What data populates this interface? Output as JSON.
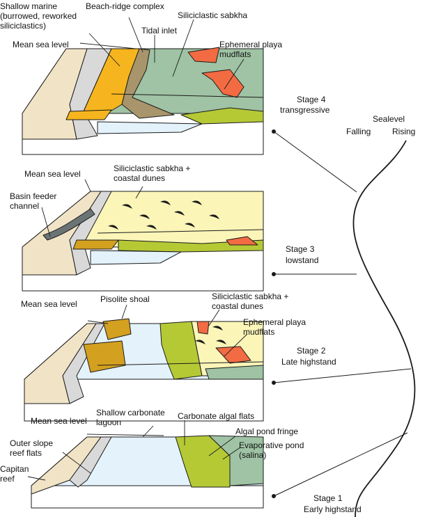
{
  "colors": {
    "outline": "#1a1a1a",
    "reef": "#f1e3c6",
    "slope": "#d9d9d9",
    "lagoon": "#e3f2fb",
    "shallow_marine": "#f6b51e",
    "beach_ridge": "#a8956b",
    "sabkha_green": "#9fc3a4",
    "playa_red": "#f26b43",
    "algal_flat": "#b5c935",
    "sabkha_dunes": "#fbf5b8",
    "pisolite": "#d4a020",
    "channel": "#6b7474",
    "block_base": "#ffffff"
  },
  "stage4": {
    "lbl_shallow_marine": "Shallow marine\n(burrowed, reworked\nsiliciclastics)",
    "lbl_beach_ridge": "Beach-ridge complex",
    "lbl_tidal_inlet": "Tidal inlet",
    "lbl_siliciclastic_sabkha": "Siliciclastic sabkha",
    "lbl_mean_sea_level": "Mean sea level",
    "lbl_ephemeral_playa": "Ephemeral playa\nmudflats",
    "stage_name": "Stage 4",
    "stage_desc": "transgressive"
  },
  "stage3": {
    "lbl_mean_sea_level": "Mean sea level",
    "lbl_sabkha_dunes": "Siliciclastic sabkha +\ncoastal dunes",
    "lbl_basin_feeder": "Basin feeder\nchannel",
    "stage_name": "Stage 3",
    "stage_desc": "lowstand"
  },
  "stage2": {
    "lbl_mean_sea_level": "Mean sea level",
    "lbl_pisolite": "Pisolite shoal",
    "lbl_sabkha_dunes": "Siliciclastic sabkha +\ncoastal dunes",
    "lbl_ephemeral_playa": "Ephemeral playa\nmudflats",
    "stage_name": "Stage 2",
    "stage_desc": "Late highstand"
  },
  "stage1": {
    "lbl_mean_sea_level": "Mean sea level",
    "lbl_shallow_lagoon": "Shallow carbonate\nlagoon",
    "lbl_carbonate_algal": "Carbonate algal flats",
    "lbl_algal_pond": "Algal pond fringe",
    "lbl_evaporative_pond": "Evaporative pond\n(salina)",
    "lbl_outer_slope": "Outer slope\nreef flats",
    "lbl_capitan": "Capitan\nreef",
    "stage_name": "Stage 1",
    "stage_desc": "Early highstand"
  },
  "sealevel_curve": {
    "title": "Sealevel",
    "falling": "Falling",
    "rising": "Rising"
  }
}
